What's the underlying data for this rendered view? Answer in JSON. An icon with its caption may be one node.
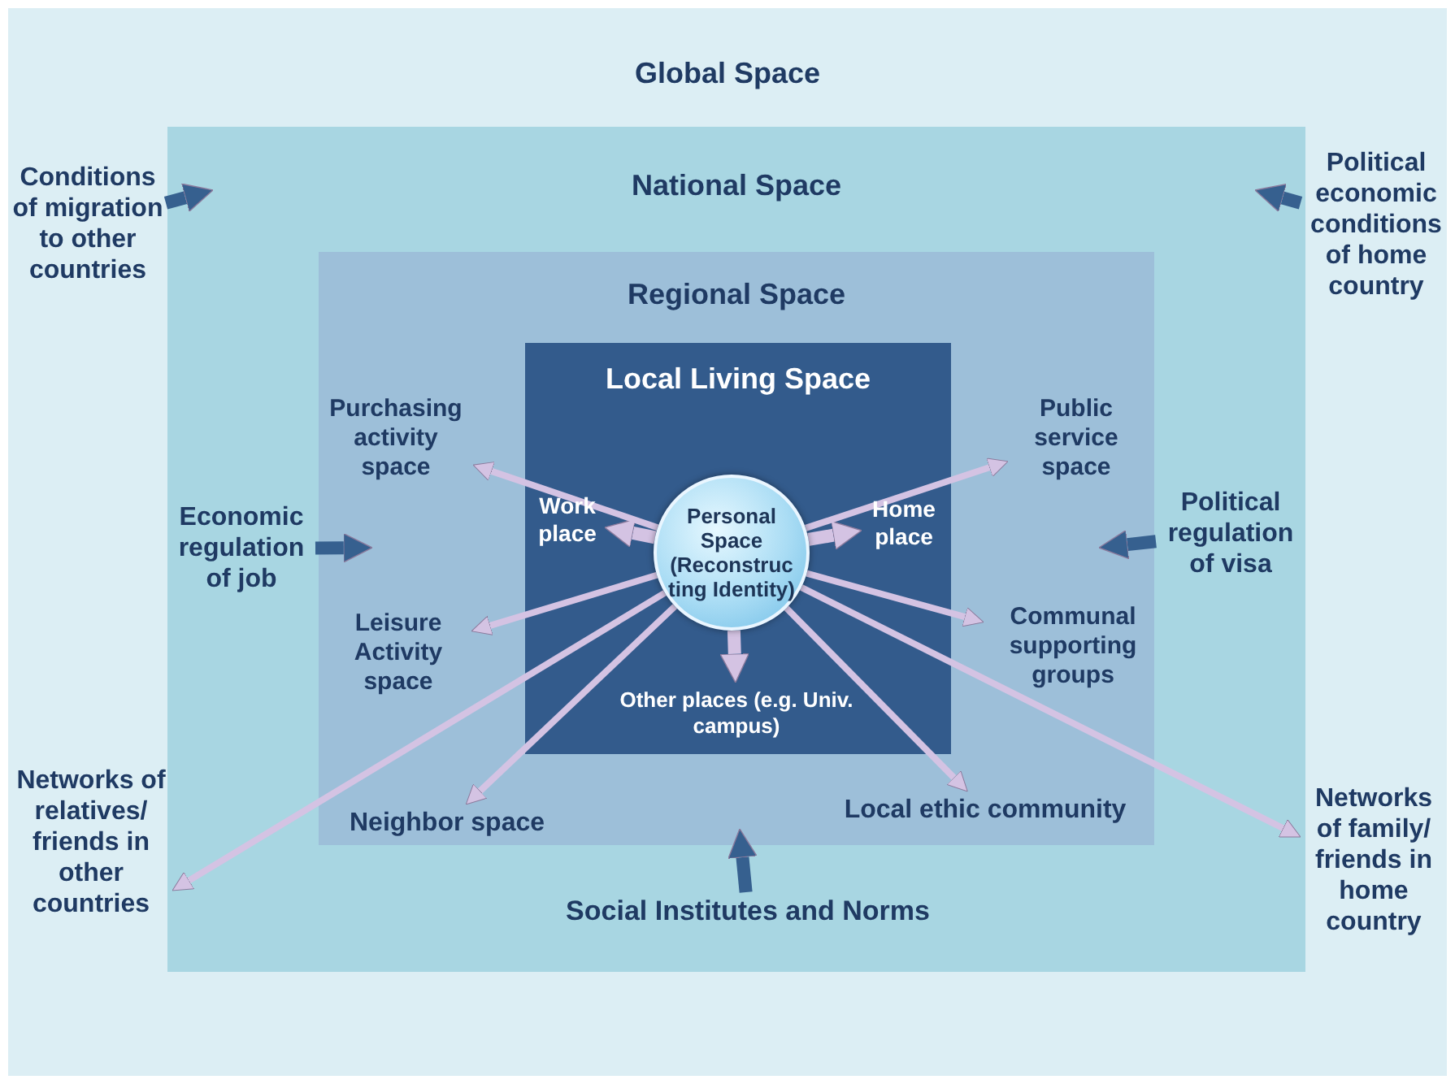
{
  "diagram": {
    "nodes": [
      {
        "text": [
          "Global Space"
        ]
      },
      {
        "text": [
          "National Space"
        ],
        "in": 0
      },
      {
        "text": [
          "Regional Space"
        ],
        "in": 1
      },
      {
        "text": [
          "Local Living Space"
        ],
        "in": 2
      },
      {
        "text": [
          "Personal Space (Reconstruc ting Identity)"
        ],
        "in": 3
      },
      {
        "text": [
          "Work place"
        ],
        "in": 3
      },
      {
        "text": [
          "Home place"
        ],
        "in": 3
      },
      {
        "text": [
          "Other places (e.g. Univ. campus)"
        ],
        "in": 3
      },
      {
        "text": [
          "Purchasing activity space"
        ],
        "in": 2
      },
      {
        "text": [
          "Public service space"
        ],
        "in": 2
      },
      {
        "text": [
          "Leisure Activity space"
        ],
        "in": 2
      },
      {
        "text": [
          "Communal supporting groups"
        ],
        "in": 2
      },
      {
        "text": [
          "Neighbor space"
        ],
        "in": 2
      },
      {
        "text": [
          "Local ethic community"
        ],
        "in": 2
      },
      {
        "text": [
          "Networks of relatives/ friends in other countries"
        ],
        "in": 0
      },
      {
        "text": [
          "Networks of family/ friends in home country"
        ],
        "in": 0
      },
      {
        "text": [
          "Conditions of migration to other countries"
        ],
        "in": 0
      },
      {
        "text": [
          "Political economic conditions of home country"
        ],
        "in": 0
      },
      {
        "text": [
          "Economic regulation of job"
        ],
        "in": 1
      },
      {
        "text": [
          "Political regulation of visa"
        ],
        "in": 1
      },
      {
        "text": [
          "Social Institutes and Norms"
        ],
        "in": 1
      }
    ],
    "edges": [
      {
        "from": 4,
        "to": 5,
        "arrow": "to",
        "style": "thick"
      },
      {
        "from": 4,
        "to": 6,
        "arrow": "to",
        "style": "thick"
      },
      {
        "from": 4,
        "to": 7,
        "arrow": "to",
        "style": "thick"
      },
      {
        "from": 4,
        "to": 8,
        "arrow": "to"
      },
      {
        "from": 4,
        "to": 9,
        "arrow": "to"
      },
      {
        "from": 4,
        "to": 10,
        "arrow": "to"
      },
      {
        "from": 4,
        "to": 11,
        "arrow": "to"
      },
      {
        "from": 4,
        "to": 12,
        "arrow": "to"
      },
      {
        "from": 4,
        "to": 13,
        "arrow": "to"
      },
      {
        "from": 4,
        "to": 14,
        "arrow": "to"
      },
      {
        "from": 4,
        "to": 15,
        "arrow": "to"
      },
      {
        "from": 16,
        "to": 1,
        "arrow": "to",
        "style": "thick",
        "color": "#36608f"
      },
      {
        "from": 17,
        "to": 1,
        "arrow": "to",
        "style": "thick",
        "color": "#36608f"
      },
      {
        "from": 18,
        "to": 2,
        "arrow": "to",
        "style": "thick",
        "color": "#36608f"
      },
      {
        "from": 19,
        "to": 2,
        "arrow": "to",
        "style": "thick",
        "color": "#36608f"
      },
      {
        "from": 20,
        "to": 2,
        "arrow": "to",
        "style": "thick",
        "color": "#36608f"
      }
    ]
  }
}
